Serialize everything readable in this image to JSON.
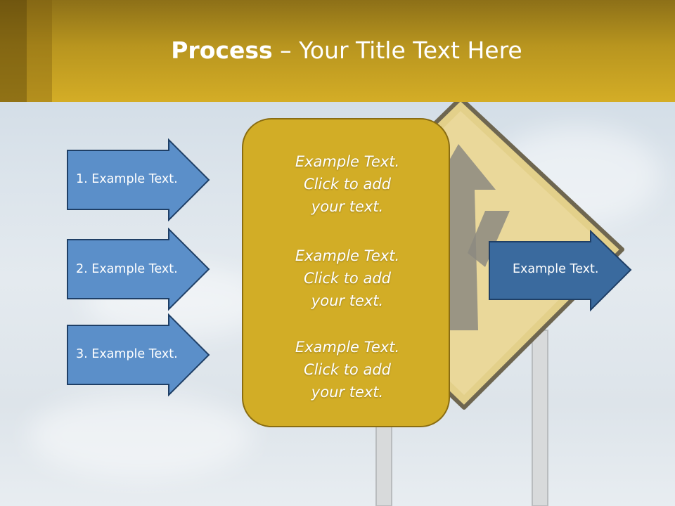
{
  "slide": {
    "title_bold": "Process",
    "title_rest": " – Your Title Text Here",
    "left_arrows": [
      {
        "label": "1. Example Text."
      },
      {
        "label": "2. Example Text."
      },
      {
        "label": "3. Example Text."
      }
    ],
    "center_box": {
      "blocks": [
        {
          "lines": [
            "Example Text.",
            "Click  to add",
            "your text."
          ]
        },
        {
          "lines": [
            "Example Text.",
            "Click  to add",
            "your text."
          ]
        },
        {
          "lines": [
            "Example Text.",
            "Click  to add",
            "your text."
          ]
        }
      ]
    },
    "right_arrow": {
      "label": "Example Text."
    }
  },
  "colors": {
    "header": "#d4ad26",
    "left_arrow_fill": "#5b8fc9",
    "right_arrow_fill": "#3a6a9e",
    "center_box_fill": "#d2ad26"
  }
}
